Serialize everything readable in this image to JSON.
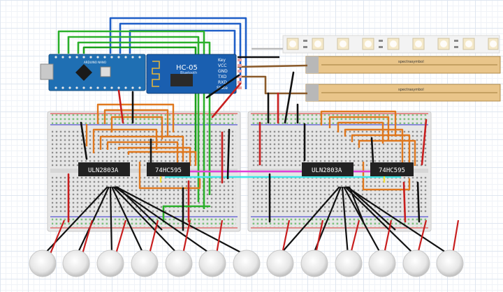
{
  "hc05": {
    "title": "HC-05",
    "subtitle": "Bluetooth",
    "pins": [
      "Key",
      "VCC",
      "GND",
      "TXD",
      "RXD",
      "State"
    ]
  },
  "drivers": {
    "left": "ULN2803A",
    "right": "ULN2803A"
  },
  "shift_registers": {
    "left": "74HC595",
    "right": "74HC595"
  },
  "flex_sensors": {
    "top": "spectrasymbol",
    "bottom": "spectrasymbol"
  },
  "arduino": {
    "label": "ARDUINO NANO"
  },
  "colors": {
    "breadboard": "#e4e4e4",
    "arduino": "#1f6fb3",
    "hc05": "#1a5fb0",
    "chip": "#222222",
    "led_strip": "#f1f1f1",
    "flex": "#e9c58a"
  }
}
